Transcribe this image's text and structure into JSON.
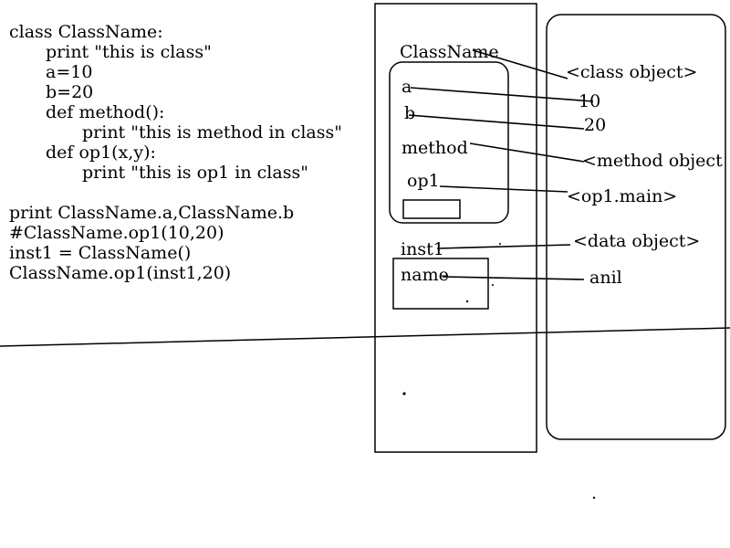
{
  "code_lines": [
    {
      "indent": 0,
      "text": "class ClassName:"
    },
    {
      "indent": 1,
      "text": "print \"this is class\""
    },
    {
      "indent": 1,
      "text": "a=10"
    },
    {
      "indent": 1,
      "text": "b=20"
    },
    {
      "indent": 1,
      "text": "def method():"
    },
    {
      "indent": 2,
      "text": "print \"this is method in class\""
    },
    {
      "indent": 1,
      "text": "def op1(x,y):"
    },
    {
      "indent": 2,
      "text": "print \"this is op1 in class\""
    },
    {
      "indent": 0,
      "text": ""
    },
    {
      "indent": 0,
      "text": "print ClassName.a,ClassName.b"
    },
    {
      "indent": 0,
      "text": "#ClassName.op1(10,20)"
    },
    {
      "indent": 0,
      "text": "inst1 = ClassName()"
    },
    {
      "indent": 0,
      "text": "ClassName.op1(inst1,20)"
    }
  ],
  "namespace_labels": {
    "class_name": "ClassName",
    "a": "a",
    "b": "b",
    "method": "method",
    "op1": "op1",
    "inst1": "inst1",
    "name": "name"
  },
  "object_labels": {
    "class_object": "<class object>",
    "ten": "10",
    "twenty": "20",
    "method_object": "<method object",
    "op1_main": "<op1.main>",
    "data_object": "<data object>",
    "anil": "anil"
  }
}
